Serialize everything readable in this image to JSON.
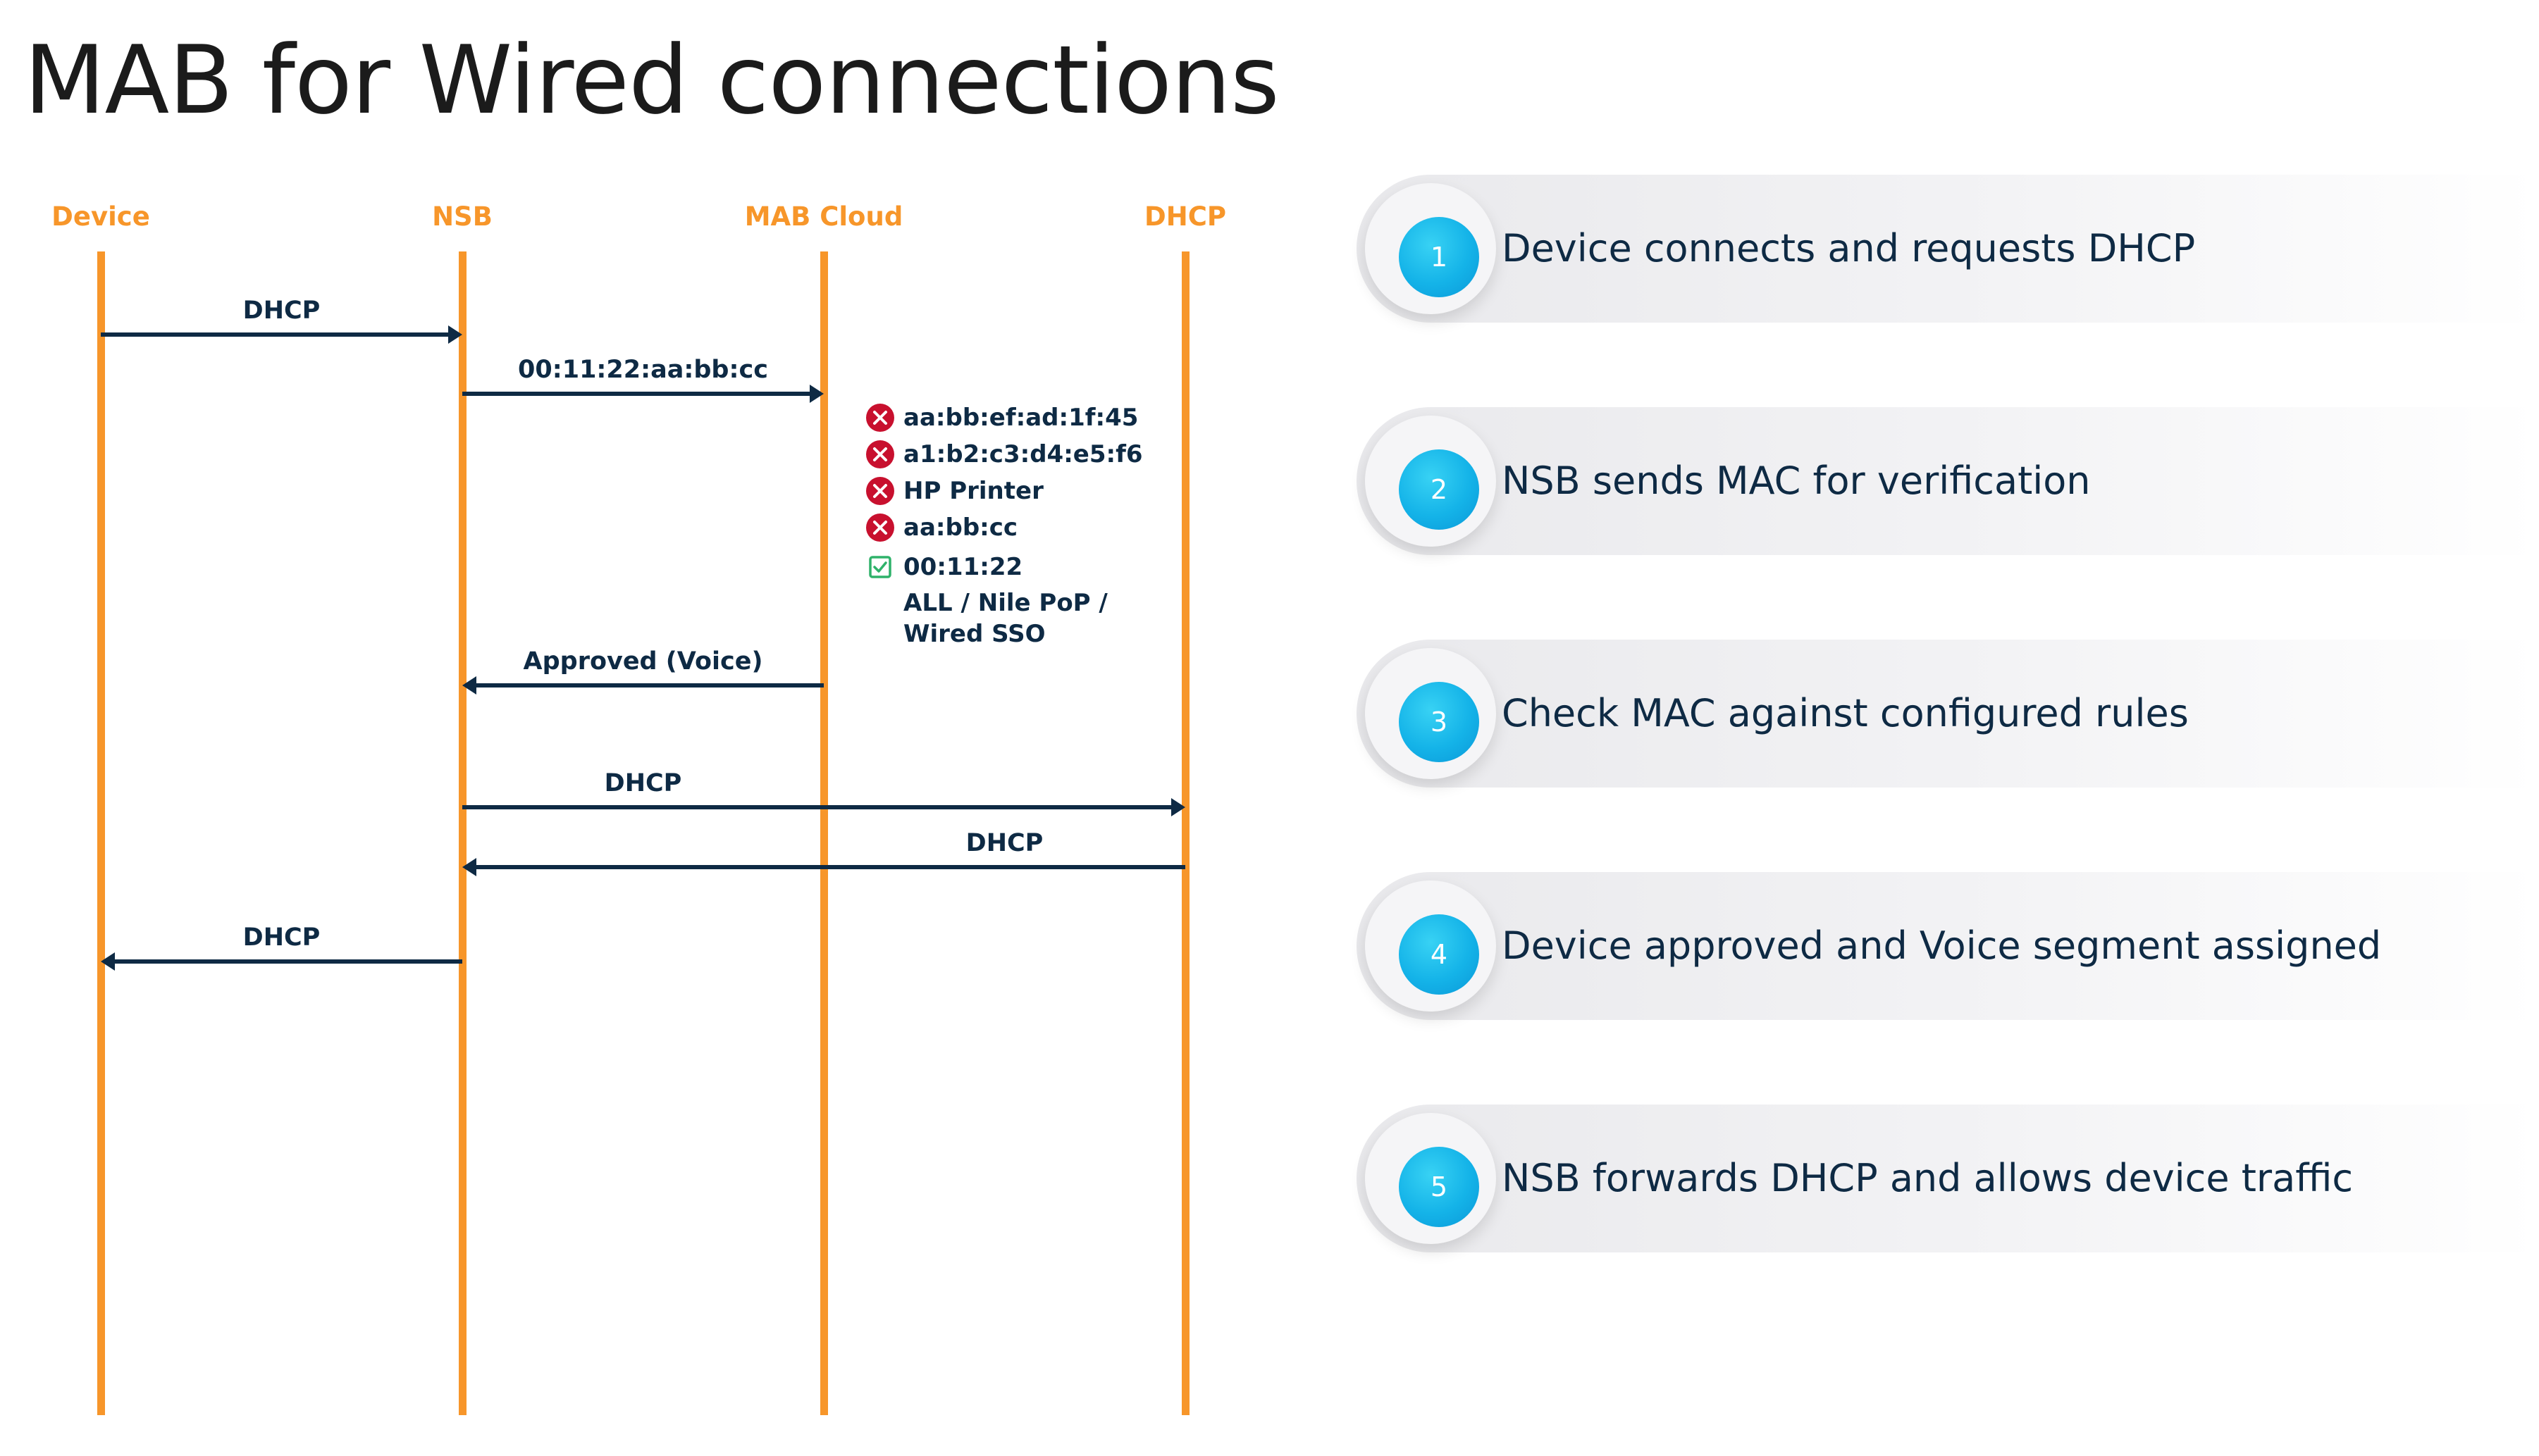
{
  "title": "MAB for Wired connections",
  "colors": {
    "lane": "#f7962a",
    "arrow": "#0e2a44",
    "reject": "#c8102e",
    "accept": "#2fb26a",
    "step_circle": "#14b3e8"
  },
  "lanes": {
    "device": "Device",
    "nsb": "NSB",
    "mab_cloud": "MAB Cloud",
    "dhcp": "DHCP"
  },
  "messages": {
    "m1": "DHCP",
    "m2": "00:11:22:aa:bb:cc",
    "m3": "Approved (Voice)",
    "m4": "DHCP",
    "m5": "DHCP",
    "m6": "DHCP"
  },
  "rules": {
    "r1": {
      "text": "aa:bb:ef:ad:1f:45",
      "status": "rejected",
      "icon": "x-circle-icon"
    },
    "r2": {
      "text": "a1:b2:c3:d4:e5:f6",
      "status": "rejected",
      "icon": "x-circle-icon"
    },
    "r3": {
      "text": "HP Printer",
      "status": "rejected",
      "icon": "x-circle-icon"
    },
    "r4": {
      "text": "aa:bb:cc",
      "status": "rejected",
      "icon": "x-circle-icon"
    },
    "r5": {
      "text": "00:11:22",
      "status": "matched",
      "icon": "checkbox-check-icon"
    },
    "r5_detail_1": "ALL / Nile PoP /",
    "r5_detail_2": "Wired SSO"
  },
  "steps": {
    "s1": {
      "number": "1",
      "text": "Device connects and requests DHCP"
    },
    "s2": {
      "number": "2",
      "text": "NSB sends MAC for verification"
    },
    "s3": {
      "number": "3",
      "text": "Check MAC against configured rules"
    },
    "s4": {
      "number": "4",
      "text": "Device approved and Voice segment assigned"
    },
    "s5": {
      "number": "5",
      "text": "NSB forwards DHCP and allows device traffic"
    }
  }
}
